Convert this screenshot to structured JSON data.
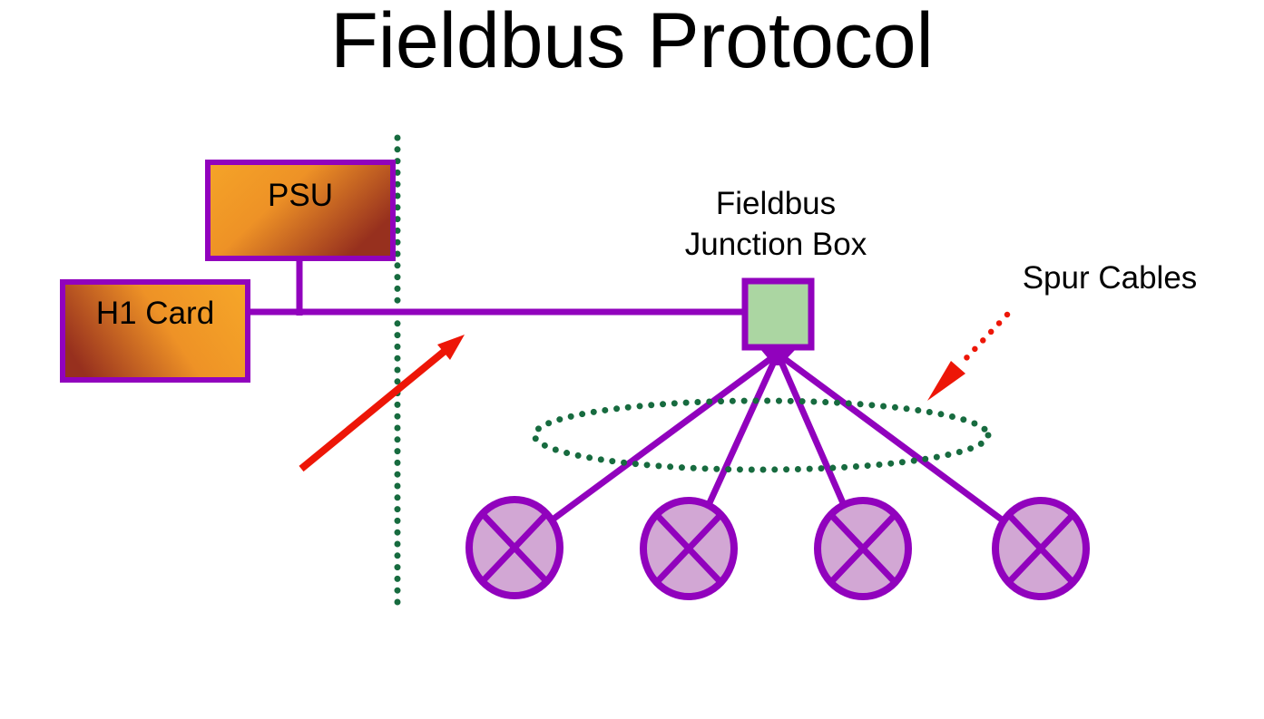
{
  "title": "Fieldbus Protocol",
  "colors": {
    "purple": "#9102BD",
    "orange_light": "#F5A428",
    "orange_mid": "#EE9226",
    "orange_dark": "#97301E",
    "junction_green": "#ABD6A2",
    "dot_green": "#176B3F",
    "arrow_red": "#ED1607",
    "device_fill": "#D2A7D4",
    "text_black": "#000000",
    "background": "#FFFFFF"
  },
  "nodes": {
    "psu": {
      "label": "PSU"
    },
    "h1_card": {
      "label": "H1 Card"
    },
    "junction_box": {
      "label_line1": "Fieldbus",
      "label_line2": "Junction Box"
    }
  },
  "annotations": {
    "spur_cables": {
      "label": "Spur Cables"
    }
  },
  "devices": {
    "count": 4,
    "symbol": "crossed-circle"
  }
}
